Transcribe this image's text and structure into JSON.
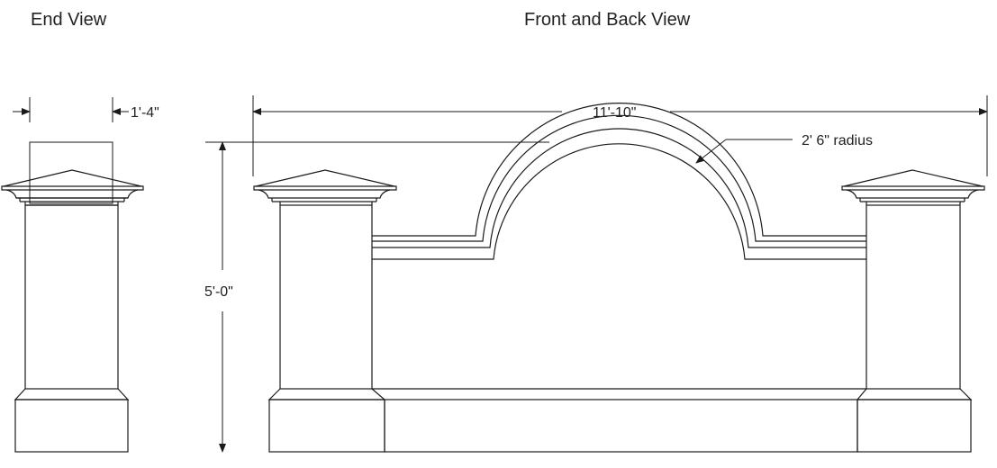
{
  "titles": {
    "end_view": "End View",
    "front_back_view": "Front and Back View"
  },
  "dimensions": {
    "end_width": "1'-4\"",
    "overall_width": "11'-10\"",
    "arch_radius": "2' 6\" radius",
    "height": "5'-0\""
  }
}
